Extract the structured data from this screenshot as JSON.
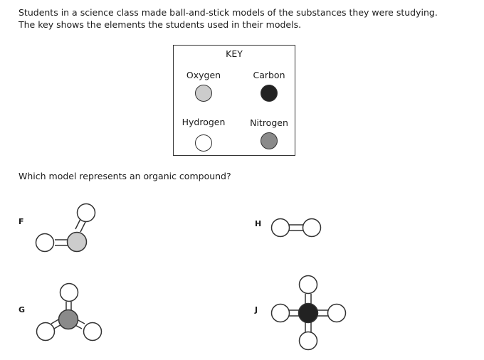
{
  "intro": {
    "line1": "Students in a science class made ball-and-stick models of the substances they were studying.",
    "line2": "The key shows the elements the students used in their models."
  },
  "key": {
    "title": "KEY",
    "elements": [
      {
        "name": "Oxygen",
        "color": "#cccccc"
      },
      {
        "name": "Carbon",
        "color": "#222222"
      },
      {
        "name": "Hydrogen",
        "color": "#ffffff"
      },
      {
        "name": "Nitrogen",
        "color": "#8a8a8a"
      }
    ]
  },
  "question": "Which model represents an organic compound?",
  "options": [
    {
      "letter": "F"
    },
    {
      "letter": "G"
    },
    {
      "letter": "H"
    },
    {
      "letter": "J"
    }
  ],
  "colors": {
    "outline": "#333333",
    "bond_fill": "#ffffff"
  }
}
